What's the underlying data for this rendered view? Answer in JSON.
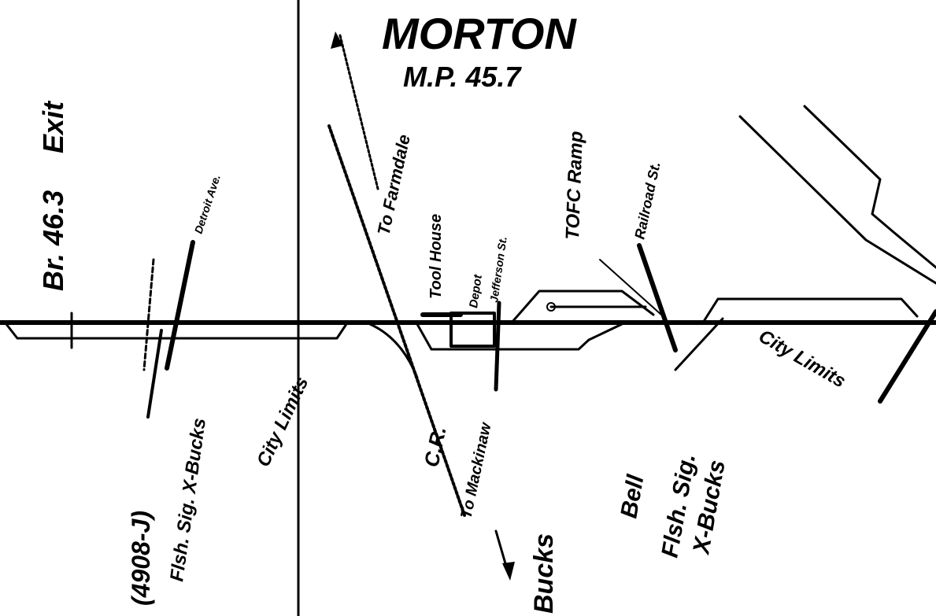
{
  "title": "MORTON",
  "milepost": "M.P. 45.7",
  "labels": {
    "bridge": "Br. 46.3",
    "exit": "Exit",
    "detroit_ave": "Detroit Ave.",
    "sig_id": "(4908-J)",
    "fl_sig_west": "Flsh. Sig. X-Bucks",
    "city_limits_west": "City Limits",
    "to_farmdale": "To Farmdale",
    "tool_house": "Tool House",
    "depot": "Depot",
    "jefferson_st": "Jefferson St.",
    "tofc_ramp": "TOFC Ramp",
    "railroad_st": "Railroad St.",
    "cr": "C.R.",
    "to_mackinaw": "To Mackinaw",
    "bucks": "Bucks",
    "bell": "Bell",
    "fl_sig_east": "Flsh. Sig.",
    "xbucks_east": "X-Bucks",
    "city_limits_east": "City Limits"
  }
}
